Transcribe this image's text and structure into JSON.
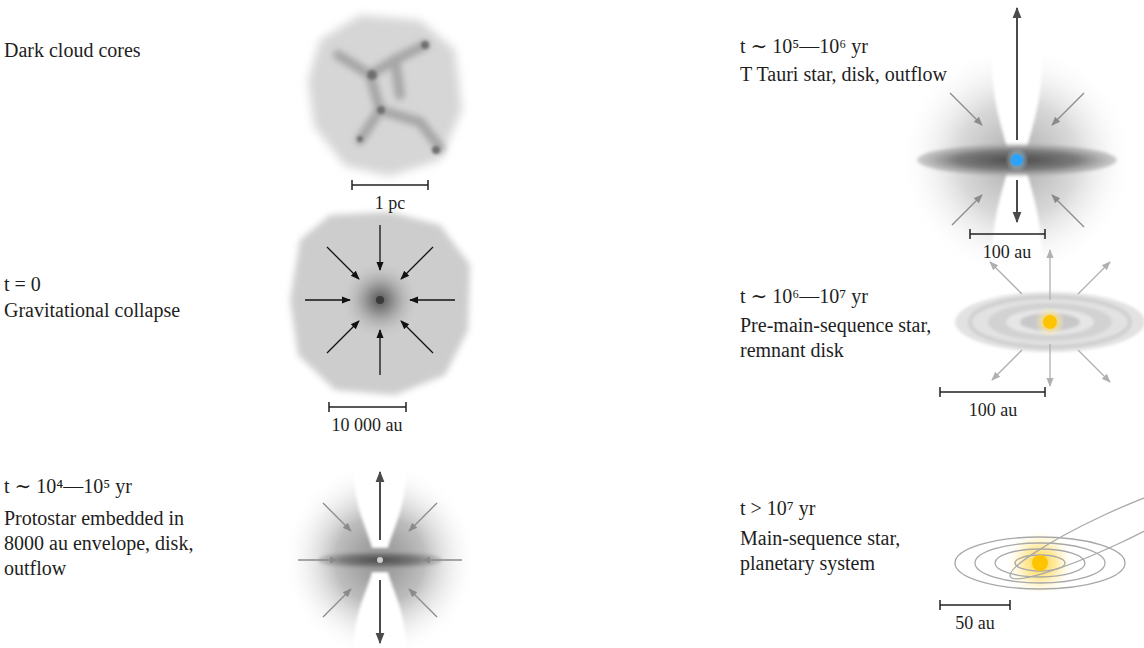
{
  "diagram": {
    "labels": [
      "Dark cloud cores",
      "1 pc",
      "t = 0",
      "Gravitational collapse",
      "10 000 au",
      "t ∼ 10⁴—10⁵ yr",
      "Protostar embedded in 8000 au envelope, disk, outflow",
      "t ∼ 10⁵—10⁶ yr",
      "T Tauri star, disk, outflow",
      "100 au",
      "t ∼ 10⁶—10⁷ yr",
      "Pre-main-sequence star, remnant disk",
      "100 au",
      "t > 10⁷ yr",
      "Main-sequence star, planetary system",
      "50 au"
    ]
  }
}
